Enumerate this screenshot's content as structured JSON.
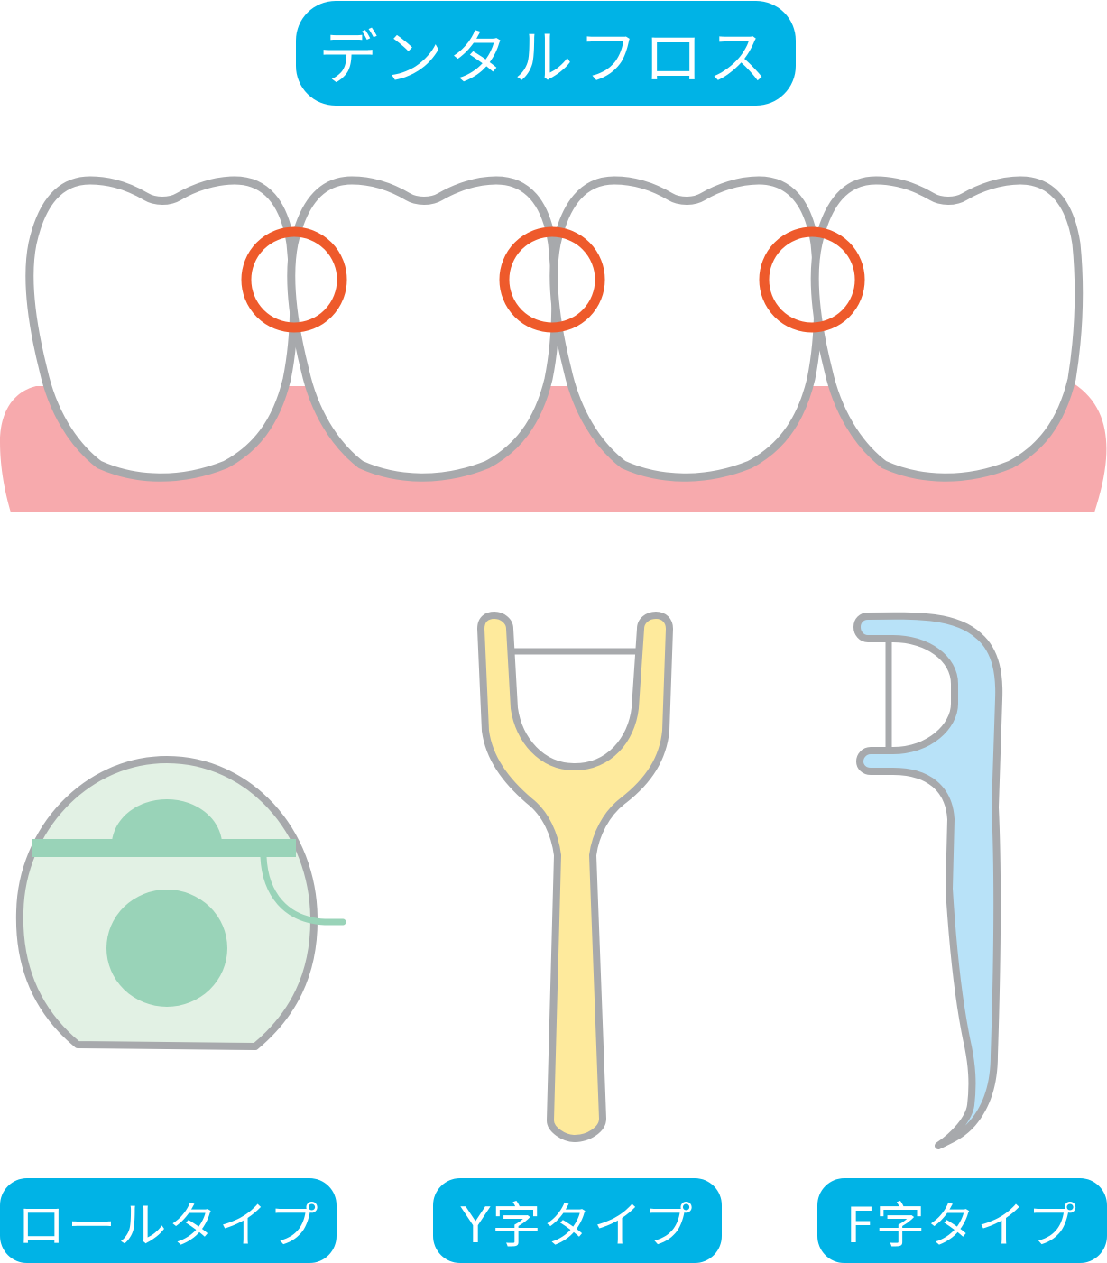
{
  "title": "デンタルフロス",
  "labels": {
    "roll": "ロールタイプ",
    "y": "Y字タイプ",
    "f": "F字タイプ"
  },
  "colors": {
    "badge": "#00b3e6",
    "tooth_outline": "#a7a9ac",
    "gum": "#f7aaad",
    "highlight_circle": "#ee5a2b",
    "roll_body": "#e2f1e4",
    "roll_accent": "#99d3b8",
    "y_holder": "#feea9c",
    "f_holder": "#b8e2f8"
  },
  "icons": [
    "teeth",
    "roll-floss",
    "y-floss",
    "f-floss"
  ]
}
